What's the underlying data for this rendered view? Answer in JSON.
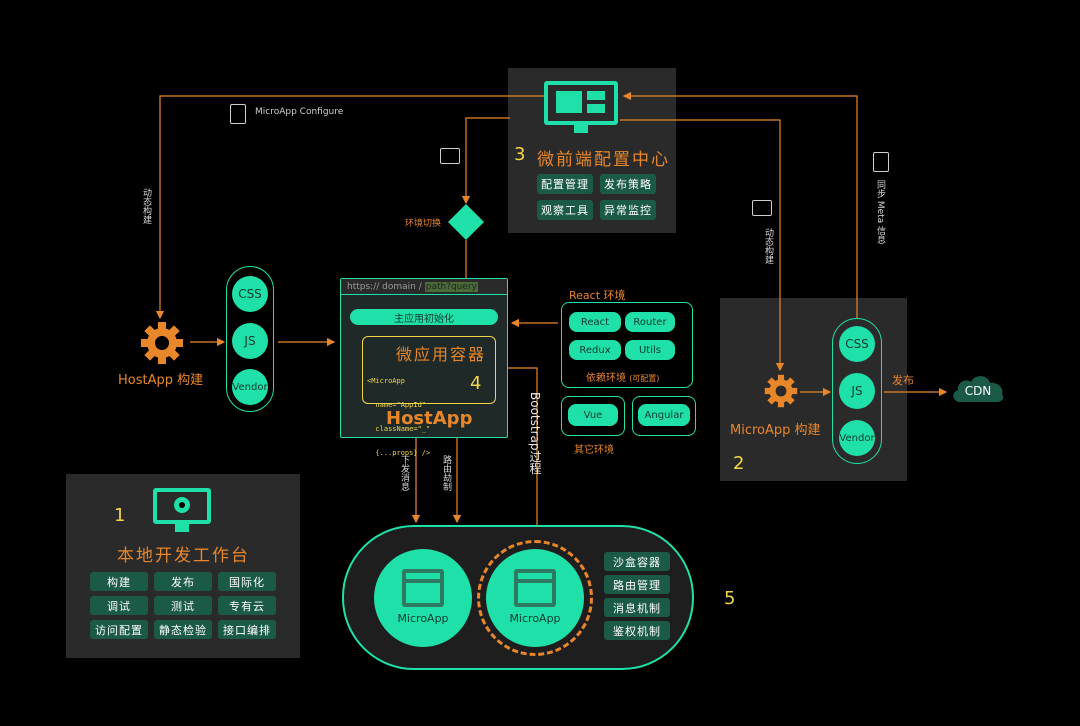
{
  "panel3": {
    "number": "3",
    "title": "微前端配置中心",
    "tags": [
      "配置管理",
      "发布策略",
      "观察工具",
      "异常监控"
    ]
  },
  "panel1": {
    "number": "1",
    "title": "本地开发工作台",
    "tags": [
      "构建",
      "发布",
      "国际化",
      "调试",
      "测试",
      "专有云",
      "访问配置",
      "静态检验",
      "接口编排"
    ]
  },
  "panel2": {
    "number": "2",
    "title": "MicroApp 构建",
    "assets": [
      "CSS",
      "JS",
      "Vendor"
    ],
    "publish_label": "发布",
    "cdn_label": "CDN"
  },
  "hostapp_build": {
    "label": "HostApp 构建",
    "assets": [
      "CSS",
      "JS",
      "Vendor"
    ]
  },
  "browser": {
    "url_prefix": "https:// domain /",
    "url_highlight": "path?query",
    "init_label": "主应用初始化",
    "container_title": "微应用容器",
    "code_lines": [
      "<MicroApp",
      "  name=\"AppId\"",
      "  className=\"_\"",
      "  {...props} />"
    ],
    "container_number": "4",
    "app_label": "HostApp"
  },
  "deps": {
    "title": "React 环境",
    "chips": [
      "React",
      "Router",
      "Redux",
      "Utils"
    ],
    "footer": "依赖环境",
    "footer_note": "(可配置)",
    "other_chips": [
      "Vue",
      "Angular"
    ],
    "other_label": "其它环境"
  },
  "runtime": {
    "apps": [
      "MicroApp",
      "MicroApp"
    ],
    "tags": [
      "沙盒容器",
      "路由管理",
      "消息机制",
      "鉴权机制"
    ],
    "number": "5"
  },
  "edges": {
    "configure": "MicroApp Configure",
    "env_switch": "环境切换",
    "dynamic_build_left": "动态构建",
    "dynamic_build_right": "动态构建",
    "sync_meta": "同步 Meta 信息",
    "dispatch": "下发消息",
    "route_hijack": "路由劫制",
    "bootstrap": "Bootstrap过程"
  },
  "colors": {
    "accent": "#1fe0a8",
    "orange": "#e8862a",
    "yellow": "#f2d54a",
    "panel": "#2a2a2a"
  }
}
